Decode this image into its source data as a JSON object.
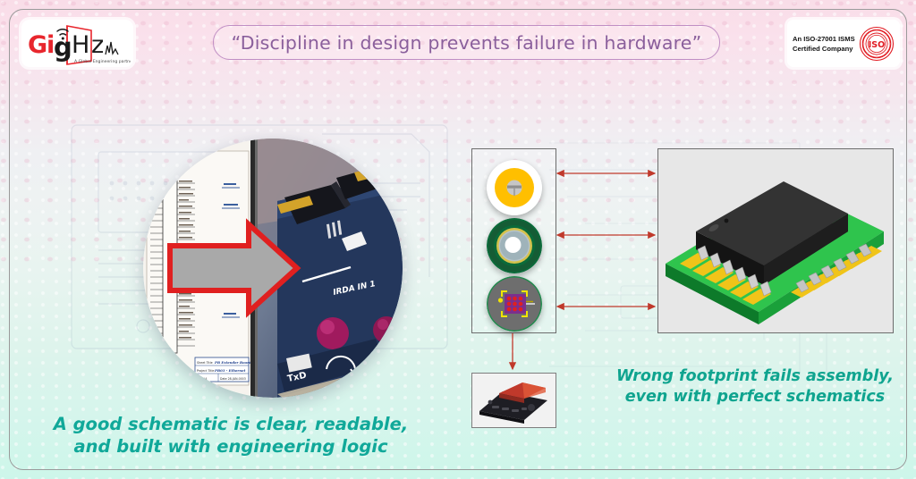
{
  "header": {
    "logo": {
      "name": "GigHz",
      "part1": "G",
      "part2": "ig",
      "part3": "Hz",
      "tagline": "A Global Engineering partner",
      "brand_red": "#e8262d",
      "brand_black": "#1a1a1a"
    },
    "title": "“Discipline in design prevents failure in hardware”",
    "title_color": "#8a5f9c",
    "iso_badge": {
      "line1": "An ISO-27001 ISMS",
      "line2": "Certified Company",
      "seal_label": "ISO",
      "seal_color": "#e11b22"
    }
  },
  "hero": {
    "name": "schematic-to-pcb-circle",
    "left_side": "schematic drawing sheet",
    "right_side": "populated pcb photo",
    "arrow_label": "transition arrow",
    "arrow_outline_color": "#e02020",
    "arrow_fill_color": "#a9a9a9",
    "title_block": {
      "sheet_title_label": "Sheet Title",
      "sheet_title_value": "PB Extender Board",
      "project_title_label": "Project Title",
      "project_title_value": "PB03 - Ethernet",
      "rev_label": "Rev",
      "rev_value": "N4",
      "date_label": "Date",
      "date_value": "28-JAN-0003"
    }
  },
  "footprint_panel": {
    "name": "footprint-variants-panel",
    "items": [
      {
        "name": "smd-pad-footprint",
        "label": "SMD pad",
        "ring_color": "#ffbf00",
        "outer_color": "#ffffff",
        "center_color": "#b9b9b9"
      },
      {
        "name": "plated-through-hole-via",
        "label": "Plated through hole via",
        "ring_color": "#0b6b3a",
        "annulus_color": "#b8c4c8",
        "center_color": "#ffffff"
      },
      {
        "name": "bga-grid-footprint",
        "label": "BGA grid footprint",
        "body_color": "#6e6e6e",
        "bracket_color": "#f2e500",
        "pad_area_color": "#7b2f8e",
        "pad_color": "#e02020",
        "marker_color": "#f2e500"
      }
    ]
  },
  "ic_panel": {
    "name": "soic-on-pcb-render",
    "label": "SOIC package soldered to PCB",
    "pcb_top_color": "#2fc44d",
    "pcb_side_color": "#0d7a2a",
    "pad_color": "#f0c419",
    "body_color": "#1c1c1c",
    "lead_color": "#c9c9c9"
  },
  "thumb_panel": {
    "name": "assembled-board-thumbnail",
    "label": "assembled board with connector",
    "board_color": "#1e1e24",
    "part_color": "#c0392b"
  },
  "arrows": {
    "color": "#c0392b",
    "connectors": [
      {
        "name": "arrow-pad-to-ic",
        "from": "smd-pad-footprint",
        "to": "ic-panel"
      },
      {
        "name": "arrow-via-to-ic",
        "from": "plated-through-hole-via",
        "to": "ic-panel"
      },
      {
        "name": "arrow-bga-to-ic",
        "from": "bga-grid-footprint",
        "to": "ic-panel"
      },
      {
        "name": "arrow-panel-to-thumbnail",
        "from": "footprint-variants-panel",
        "to": "assembled-board-thumbnail"
      }
    ]
  },
  "captions": {
    "left": {
      "line1": "A good schematic is clear, readable,",
      "line2": "and built with engineering logic",
      "color": "#10a899"
    },
    "right": {
      "line1": "Wrong footprint fails assembly,",
      "line2": "even with perfect schematics",
      "color": "#0fa48f"
    }
  }
}
